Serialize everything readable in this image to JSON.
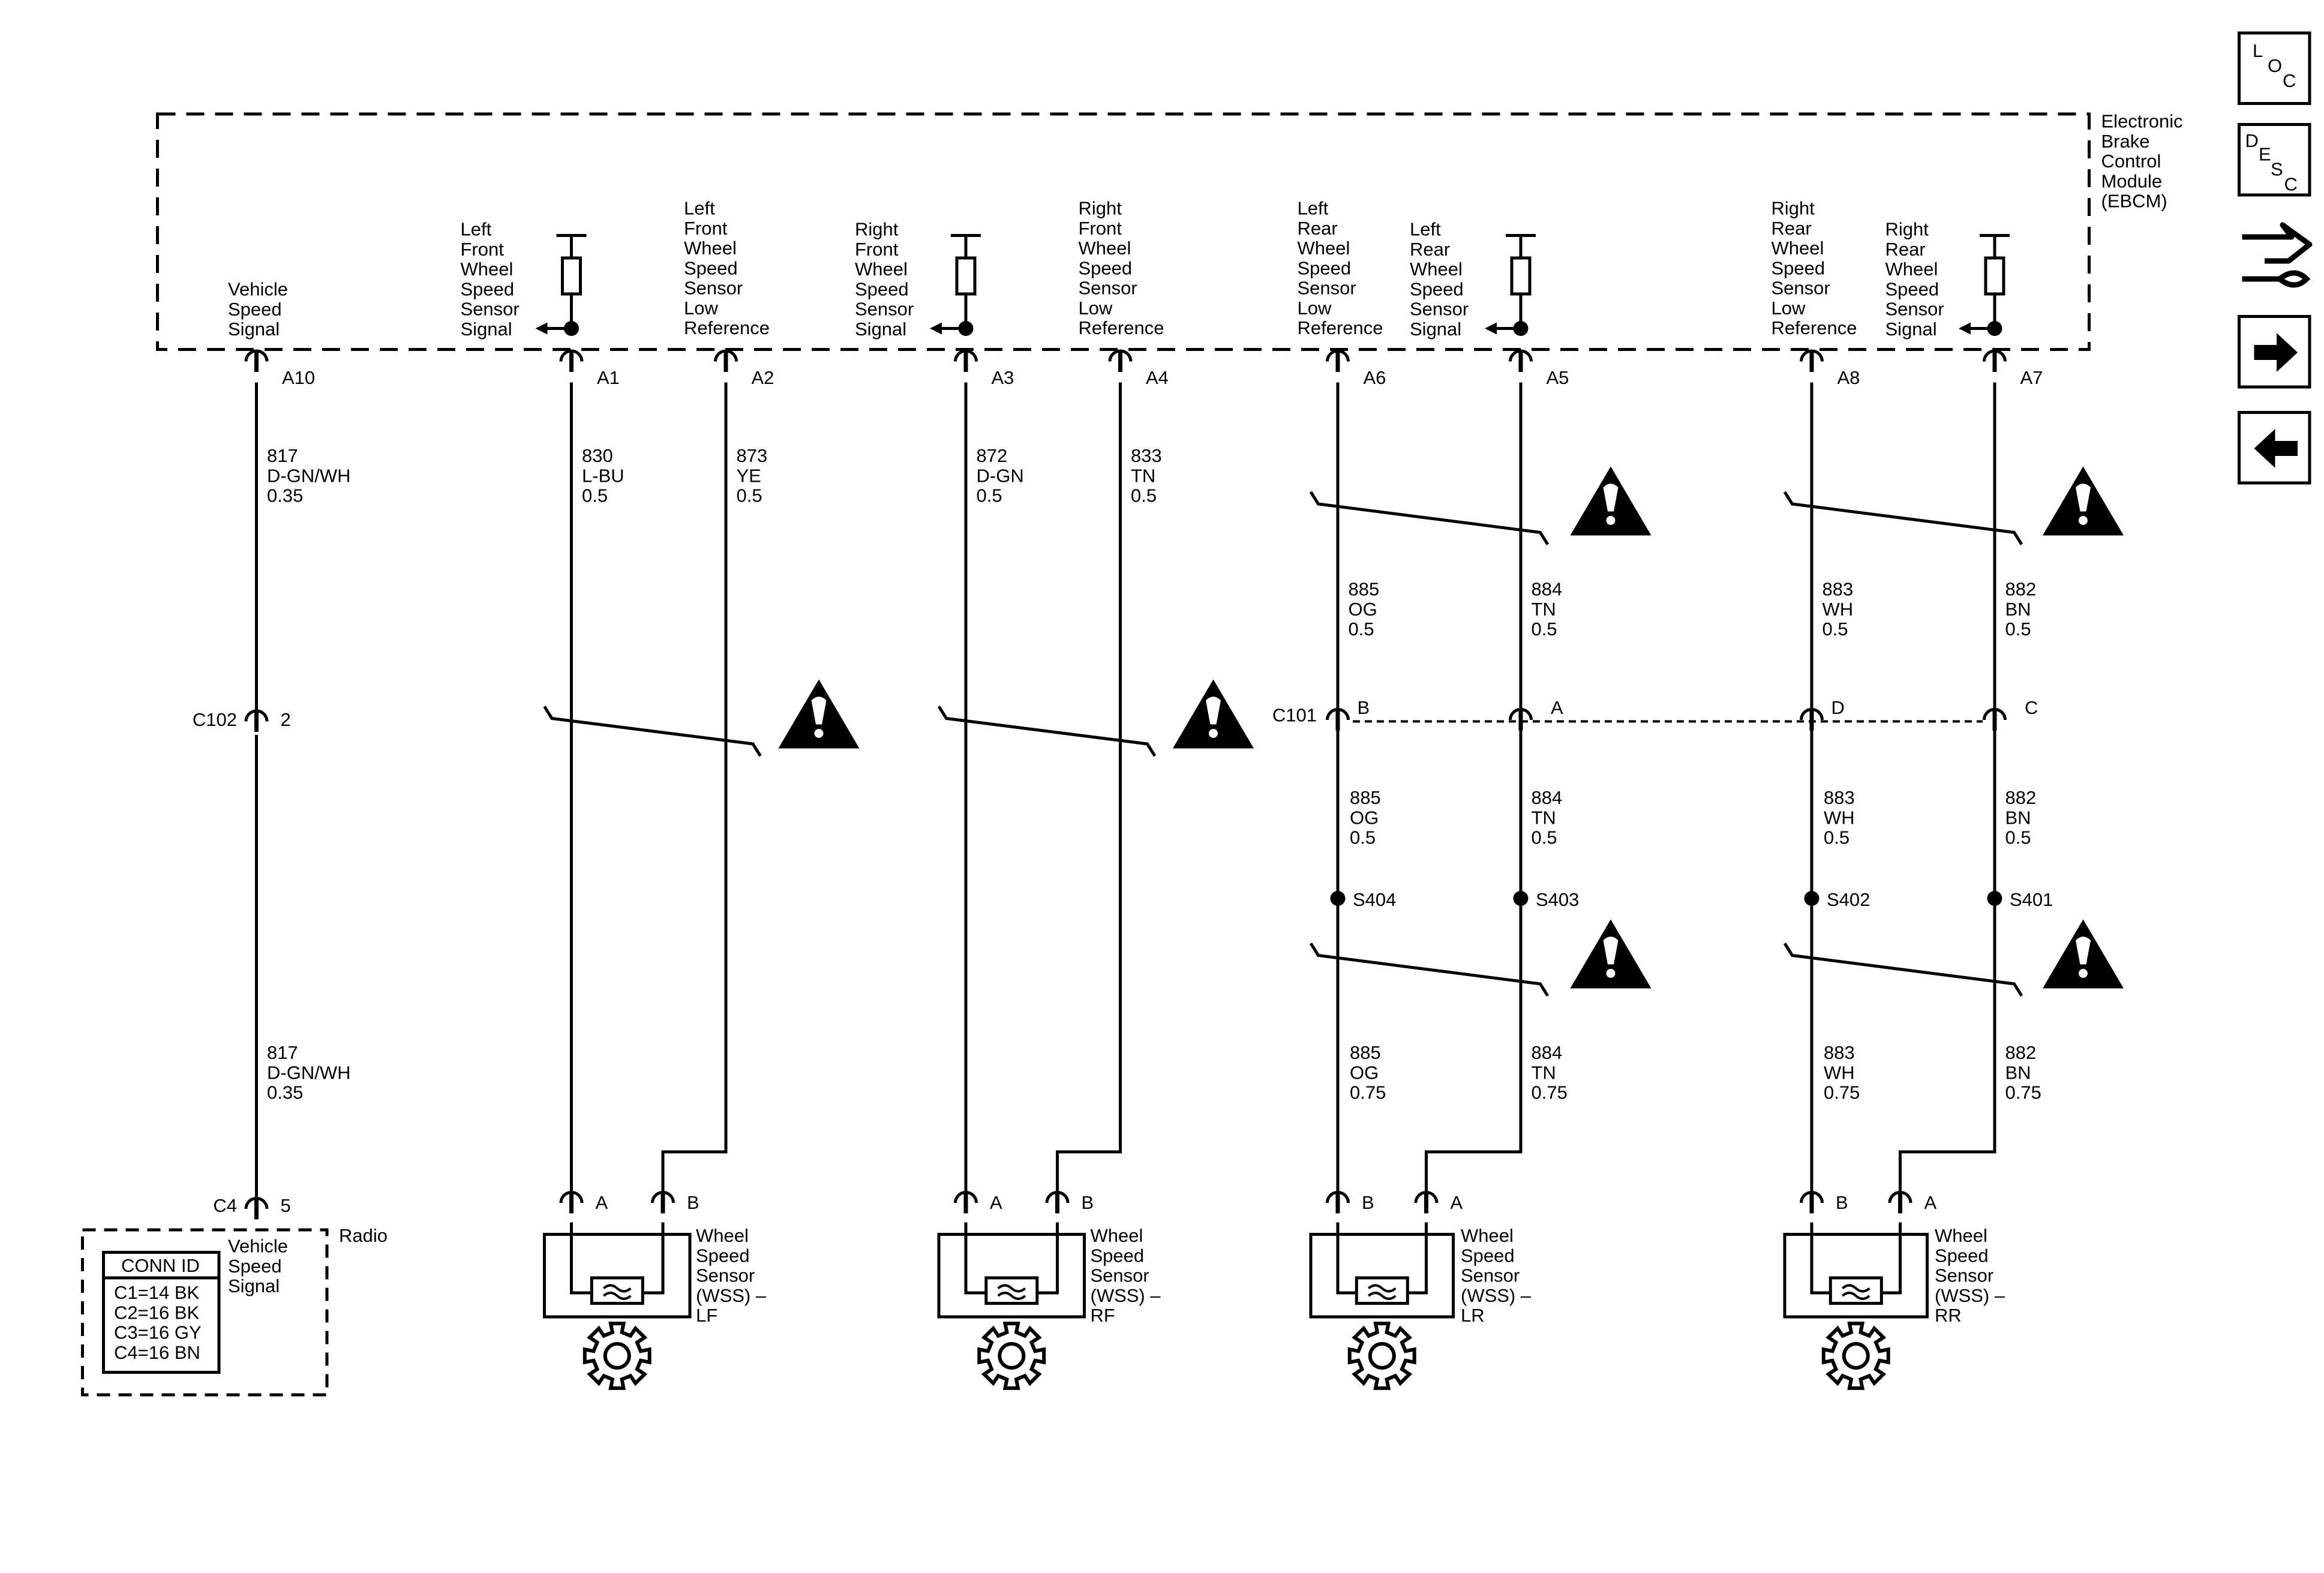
{
  "module": {
    "name_lines": [
      "Electronic",
      "Brake",
      "Control",
      "Module",
      "(EBCM)"
    ]
  },
  "nav": {
    "loc": "LOC",
    "desc": "DESC",
    "icons": [
      "location-icon",
      "description-icon",
      "service-tool-icon",
      "forward-arrow-icon",
      "back-arrow-icon"
    ]
  },
  "pin_labels": [
    [
      "Vehicle",
      "Speed",
      "Signal"
    ],
    [
      "Left",
      "Front",
      "Wheel",
      "Speed",
      "Sensor",
      "Signal"
    ],
    [
      "Left",
      "Front",
      "Wheel",
      "Speed",
      "Sensor",
      "Low",
      "Reference"
    ],
    [
      "Right",
      "Front",
      "Wheel",
      "Speed",
      "Sensor",
      "Signal"
    ],
    [
      "Right",
      "Front",
      "Wheel",
      "Speed",
      "Sensor",
      "Low",
      "Reference"
    ],
    [
      "Left",
      "Rear",
      "Wheel",
      "Speed",
      "Sensor",
      "Low",
      "Reference"
    ],
    [
      "Left",
      "Rear",
      "Wheel",
      "Speed",
      "Sensor",
      "Signal"
    ],
    [
      "Right",
      "Rear",
      "Wheel",
      "Speed",
      "Sensor",
      "Low",
      "Reference"
    ],
    [
      "Right",
      "Rear",
      "Wheel",
      "Speed",
      "Sensor",
      "Signal"
    ]
  ],
  "pins": [
    "A10",
    "A1",
    "A2",
    "A3",
    "A4",
    "A6",
    "A5",
    "A8",
    "A7"
  ],
  "wires_upper": [
    [
      "817",
      "D-GN/WH",
      "0.35"
    ],
    [
      "830",
      "L-BU",
      "0.5"
    ],
    [
      "873",
      "YE",
      "0.5"
    ],
    [
      "872",
      "D-GN",
      "0.5"
    ],
    [
      "833",
      "TN",
      "0.5"
    ],
    [
      "885",
      "OG",
      "0.5"
    ],
    [
      "884",
      "TN",
      "0.5"
    ],
    [
      "883",
      "WH",
      "0.5"
    ],
    [
      "882",
      "BN",
      "0.5"
    ]
  ],
  "wires_mid": [
    [
      "885",
      "OG",
      "0.5"
    ],
    [
      "884",
      "TN",
      "0.5"
    ],
    [
      "883",
      "WH",
      "0.5"
    ],
    [
      "882",
      "BN",
      "0.5"
    ]
  ],
  "wires_lower": [
    [
      "817",
      "D-GN/WH",
      "0.35"
    ],
    [
      "885",
      "OG",
      "0.75"
    ],
    [
      "884",
      "TN",
      "0.75"
    ],
    [
      "883",
      "WH",
      "0.75"
    ],
    [
      "882",
      "BN",
      "0.75"
    ]
  ],
  "connector_c102": {
    "name": "C102",
    "pin": "2"
  },
  "connector_c101": {
    "name": "C101",
    "pins": [
      "B",
      "A",
      "D",
      "C"
    ]
  },
  "splices": [
    "S404",
    "S403",
    "S402",
    "S401"
  ],
  "radio": {
    "name": "Radio",
    "connector": "C4",
    "pin": "5",
    "signal_lines": [
      "Vehicle",
      "Speed",
      "Signal"
    ],
    "conn_id_title": "CONN ID",
    "conn_ids": [
      "C1=14 BK",
      "C2=16 BK",
      "C3=16 GY",
      "C4=16 BN"
    ]
  },
  "sensors": [
    {
      "pins": [
        "A",
        "B"
      ],
      "label_lines": [
        "Wheel",
        "Speed",
        "Sensor",
        "(WSS) –",
        "LF"
      ]
    },
    {
      "pins": [
        "A",
        "B"
      ],
      "label_lines": [
        "Wheel",
        "Speed",
        "Sensor",
        "(WSS) –",
        "RF"
      ]
    },
    {
      "pins": [
        "B",
        "A"
      ],
      "label_lines": [
        "Wheel",
        "Speed",
        "Sensor",
        "(WSS) –",
        "LR"
      ]
    },
    {
      "pins": [
        "B",
        "A"
      ],
      "label_lines": [
        "Wheel",
        "Speed",
        "Sensor",
        "(WSS) –",
        "RR"
      ]
    }
  ],
  "warning_icons": 6
}
